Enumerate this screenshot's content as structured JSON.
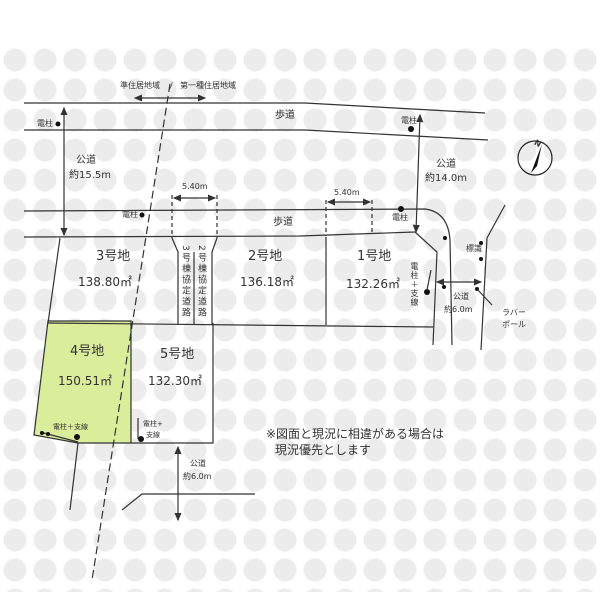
{
  "zoning": {
    "left": "準住居地域",
    "sep": "/",
    "right": "第一種住居地域"
  },
  "labels": {
    "sidewalk": "歩道",
    "pole": "電柱",
    "pole_guy": "電柱＋支線",
    "pole_guy_short": "電柱+",
    "guy": "支線",
    "sign": "標識",
    "rubber_pole_1": "ラバー",
    "rubber_pole_2": "ポール",
    "private_road_3": "3号棟協定道路",
    "private_road_2": "2号棟協定道路"
  },
  "roads": [
    {
      "name": "公道",
      "width": "約15.5m"
    },
    {
      "name": "公道",
      "width": "約14.0m"
    },
    {
      "name": "公道",
      "width": "約6.0m"
    },
    {
      "name": "公道",
      "width": "約6.0m"
    }
  ],
  "frontage": [
    "5.40m",
    "5.40m"
  ],
  "lots": [
    {
      "name": "1号地",
      "area": "132.26㎡"
    },
    {
      "name": "2号地",
      "area": "136.18㎡"
    },
    {
      "name": "3号地",
      "area": "138.80㎡"
    },
    {
      "name": "4号地",
      "area": "150.51㎡",
      "highlight": "#d9ed9b"
    },
    {
      "name": "5号地",
      "area": "132.30㎡"
    }
  ],
  "compass": "N",
  "note": [
    "※図面と現況に相違がある場合は",
    "現況優先とします"
  ]
}
